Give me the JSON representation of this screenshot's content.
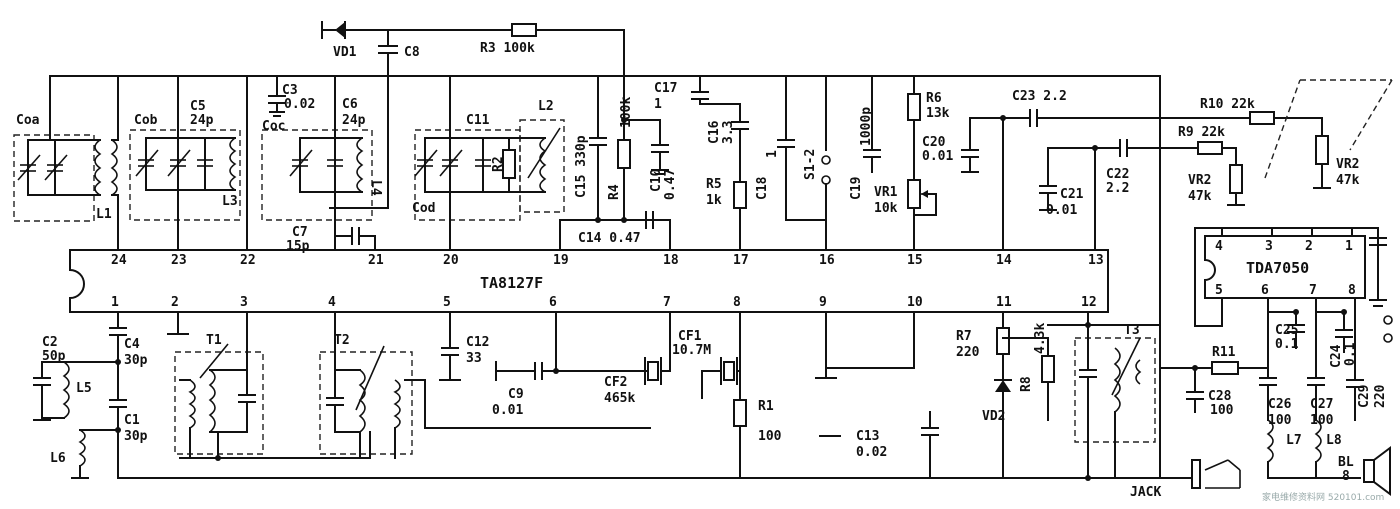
{
  "ic_main": {
    "name": "TA8127F",
    "pins_top": [
      "24",
      "23",
      "22",
      "21",
      "20",
      "19",
      "18",
      "17",
      "16",
      "15",
      "14",
      "13"
    ],
    "pins_bottom": [
      "1",
      "2",
      "3",
      "4",
      "5",
      "6",
      "7",
      "8",
      "9",
      "10",
      "11",
      "12"
    ]
  },
  "ic_amp": {
    "name": "TDA7050",
    "pins_top": [
      "4",
      "3",
      "2",
      "1"
    ],
    "pins_bottom": [
      "5",
      "6",
      "7",
      "8"
    ]
  },
  "labels": {
    "vd1": "VD1",
    "c8": "C8",
    "r3": "R3 100k",
    "coa": "Coa",
    "l1": "L1",
    "cob": "Cob",
    "c5": "C5",
    "c5v": "24p",
    "l3": "L3",
    "c3": "C3",
    "c3v": "0.02",
    "coc": "Coc",
    "c6": "C6",
    "c6v": "24p",
    "l4": "L4",
    "c7": "C7",
    "c7v": "15p",
    "c11": "C11",
    "r2": "R2",
    "cod": "Cod",
    "l2": "L2",
    "c15": "C15 330p",
    "r4": "R4",
    "r4v": "100k",
    "c10": "C10",
    "c10v": "0.47",
    "c14": "C14 0.47",
    "c17": "C17",
    "c17v": "1",
    "c16": "C16",
    "c16v": "3.3",
    "r5": "R5",
    "r5v": "1k",
    "c18": "C18",
    "c18v": "1",
    "s1": "S1-2",
    "c19": "C19",
    "c19v": "1000p",
    "r6": "R6",
    "r6v": "13k",
    "c20": "C20",
    "c20v": "0.01",
    "vr1": "VR1",
    "vr1v": "10k",
    "c23": "C23 2.2",
    "c21": "C21",
    "c21v": "0.01",
    "c22": "C22",
    "c22v": "2.2",
    "r10": "R10 22k",
    "r9": "R9 22k",
    "vr2a": "VR2",
    "vr2av": "47k",
    "vr2b": "VR2",
    "vr2bv": "47k",
    "c2": "C2",
    "c2v": "50p",
    "l5": "L5",
    "c4": "C4",
    "c4v": "30p",
    "c1": "C1",
    "c1v": "30p",
    "l6": "L6",
    "t1": "T1",
    "t2": "T2",
    "c12": "C12",
    "c12v": "33",
    "c9": "C9",
    "c9v": "0.01",
    "cf2": "CF2",
    "cf2v": "465k",
    "cf1": "CF1",
    "cf1v": "10.7M",
    "r1": "R1",
    "r1v": "100",
    "c13": "C13",
    "c13v": "0.02",
    "r7": "R7",
    "r7v": "220",
    "r8": "R8",
    "r8v": "4.3k",
    "vd2": "VD2",
    "t3": "T3",
    "c25": "C25",
    "c25v": "0.1",
    "c24": "C24",
    "c24v": "0.1",
    "r11": "R11",
    "c28": "C28",
    "c28v": "100",
    "c26": "C26",
    "c26v": "100",
    "c27": "C27",
    "c27v": "100",
    "c29": "C29",
    "c29v": "220",
    "l7": "L7",
    "l8": "L8",
    "bl": "BL",
    "bl8": "8",
    "jack": "JACK"
  },
  "watermark": "家电维修资料网 520101.com"
}
